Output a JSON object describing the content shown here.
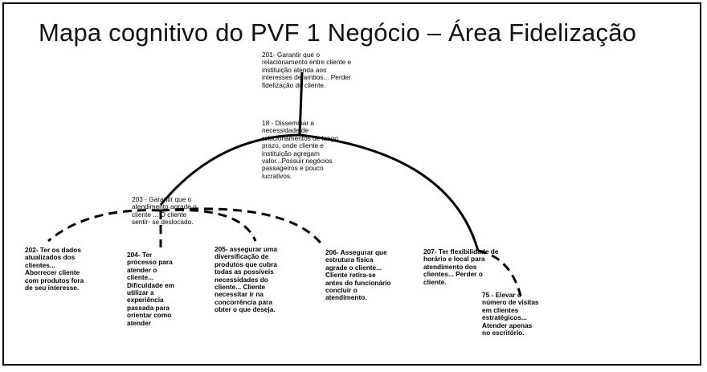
{
  "title": "Mapa cognitivo do PVF 1 Negócio – Área Fidelização",
  "nodes": {
    "n201": "201- Garantir que o relacionamento entre cliente e instituição atenda aos interesses de ambos... Perder fidelização do cliente.",
    "n18": "18 - Disseminar a necessidade de relacionamentos de longo prazo, onde cliente e instituição agregam valor...Possuir negócios passageiros e pouco lucrativos.",
    "n203": "203 - Garantir que o atendimento agrade o cliente ... O cliente sentir- se deslocado.",
    "n202": "202- Ter os dados atualizados dos clientes... Aborrecer cliente com produtos fora de seu interesse.",
    "n204": "204- Ter processo para atender o cliente... Dificuldade em utilizar a experiência passada para orientar como atender",
    "n205": "205- assegurar uma diversificação de produtos que cubra todas as possíveis necessidades do cliente... Cliente necessitar ir na concorrência para obter o que deseja.",
    "n206": "206- Assegurar que estrutura física agrade o cliente... Cliente retira-se antes do funcionário concluir o atendimento.",
    "n207": "207- Ter flexibilidade de horário e local para atendimento dos clientes... Perder o cliente.",
    "n75": "75 - Elevar o número de visitas em clientes estratégicos... Atender apenas no escritório."
  }
}
